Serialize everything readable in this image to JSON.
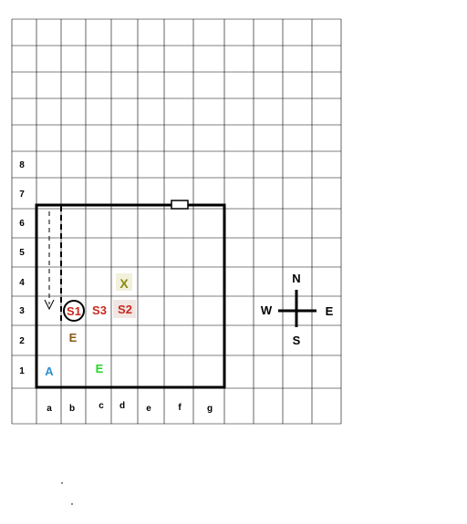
{
  "grid": {
    "row_labels": [
      "8",
      "7",
      "6",
      "5",
      "4",
      "3",
      "2",
      "1"
    ],
    "col_labels": [
      "a",
      "b",
      "c",
      "d",
      "e",
      "f",
      "g"
    ]
  },
  "pieces": [
    {
      "id": "x",
      "text": "X",
      "color": "#8a8a10",
      "bg": "#f1f1dc"
    },
    {
      "id": "s1",
      "text": "S1",
      "color": "#c8281e",
      "bg": "#ffffff",
      "circled": true
    },
    {
      "id": "s3",
      "text": "S3",
      "color": "#c8281e",
      "bg": "#ffffff"
    },
    {
      "id": "s2",
      "text": "S2",
      "color": "#c8281e",
      "bg": "#f1e6e4"
    },
    {
      "id": "e-brown",
      "text": "E",
      "color": "#8b5a14",
      "bg": "#ffffff"
    },
    {
      "id": "a",
      "text": "A",
      "color": "#2a8fd0",
      "bg": "#ffffff"
    },
    {
      "id": "e-green",
      "text": "E",
      "color": "#28d628",
      "bg": "#ffffff"
    }
  ],
  "compass": {
    "n": "N",
    "s": "S",
    "e": "E",
    "w": "W"
  }
}
